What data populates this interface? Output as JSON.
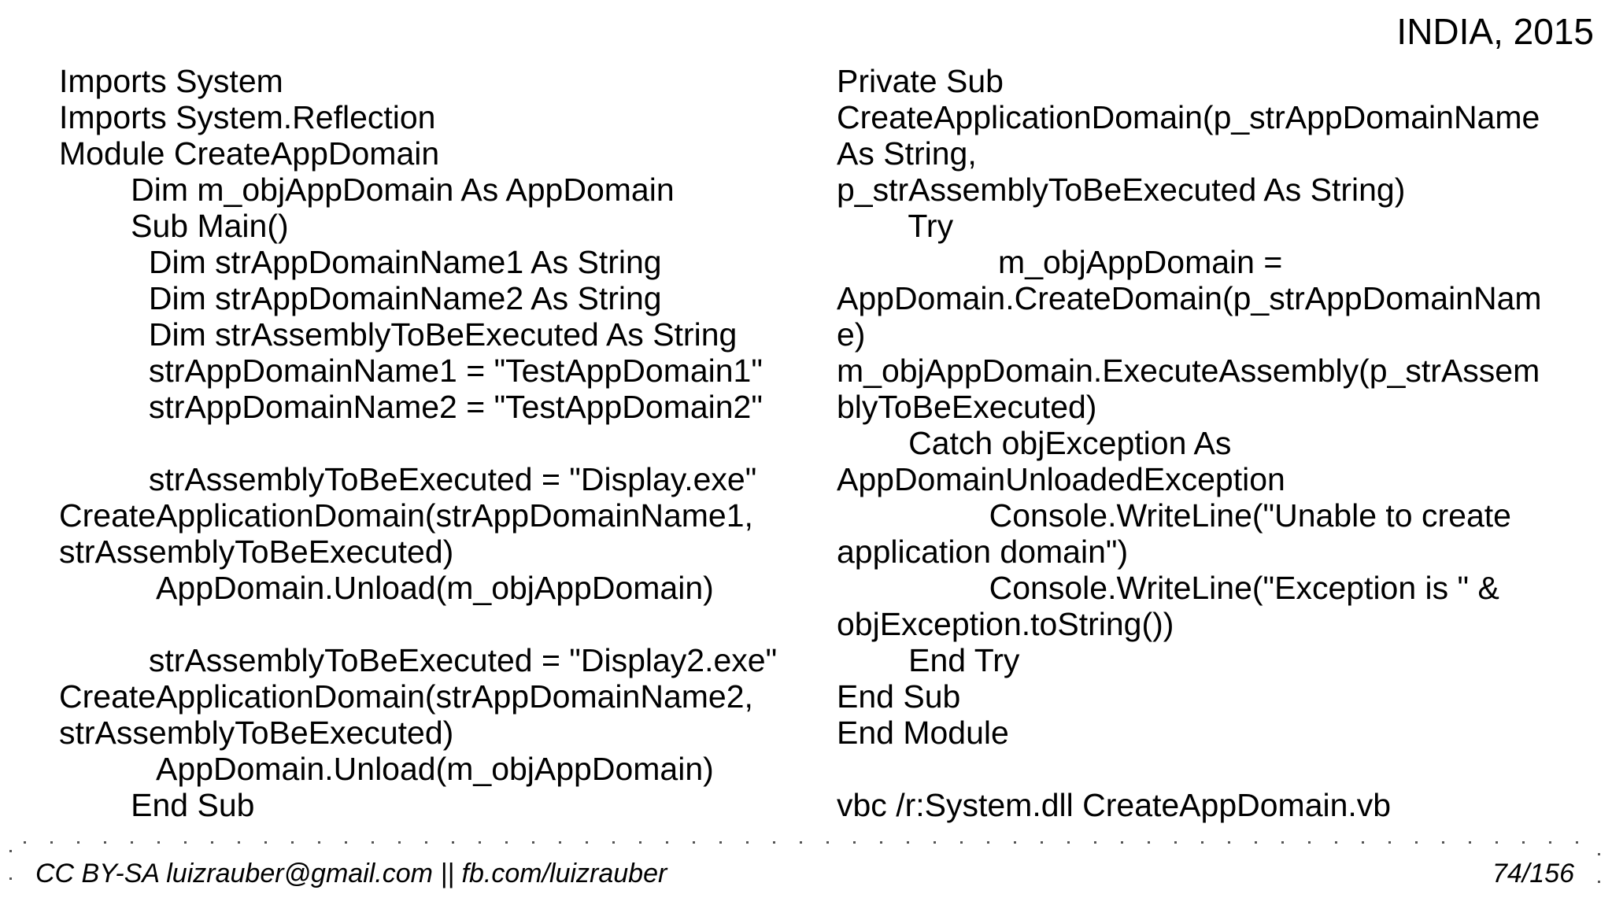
{
  "title": "INDIA, 2015",
  "code_left": {
    "lines": [
      "Imports System",
      "Imports System.Reflection",
      "Module CreateAppDomain",
      "        Dim m_objAppDomain As AppDomain",
      "        Sub Main()",
      "          Dim strAppDomainName1 As String",
      "          Dim strAppDomainName2 As String",
      "          Dim strAssemblyToBeExecuted As String",
      "          strAppDomainName1 = \"TestAppDomain1\"",
      "          strAppDomainName2 = \"TestAppDomain2\"",
      "",
      "          strAssemblyToBeExecuted = \"Display.exe\"",
      "CreateApplicationDomain(strAppDomainName1,",
      "strAssemblyToBeExecuted)",
      "           AppDomain.Unload(m_objAppDomain)",
      "",
      "          strAssemblyToBeExecuted = \"Display2.exe\"",
      "CreateApplicationDomain(strAppDomainName2,",
      "strAssemblyToBeExecuted)",
      "           AppDomain.Unload(m_objAppDomain)",
      "        End Sub"
    ]
  },
  "code_right": {
    "lines": [
      "Private Sub",
      "CreateApplicationDomain(p_strAppDomainName",
      "As String,",
      "p_strAssemblyToBeExecuted As String)",
      "        Try",
      "                  m_objAppDomain =",
      "AppDomain.CreateDomain(p_strAppDomainNam",
      "e)",
      "m_objAppDomain.ExecuteAssembly(p_strAssem",
      "blyToBeExecuted)",
      "        Catch objException As",
      "AppDomainUnloadedException",
      "                 Console.WriteLine(\"Unable to create",
      "application domain\")",
      "                 Console.WriteLine(\"Exception is \" &",
      "objException.toString())",
      "        End Try",
      "End Sub",
      "End Module",
      "",
      "vbc /r:System.dll CreateAppDomain.vb"
    ]
  },
  "footer": {
    "credit": "CC BY-SA luizrauber@gmail.com || fb.com/luizrauber",
    "page": "74/156"
  },
  "colors": {
    "background": "#ffffff",
    "text": "#000000",
    "dots": "#555555"
  }
}
